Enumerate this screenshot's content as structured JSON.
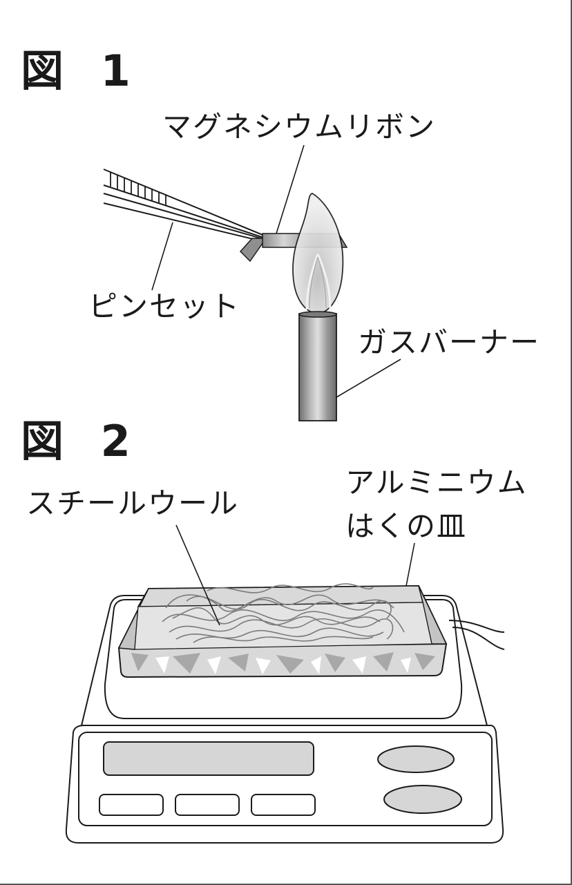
{
  "figure1": {
    "title": "図 1",
    "labels": {
      "magnesium_ribbon": "マグネシウムリボン",
      "tweezers": "ピンセット",
      "gas_burner": "ガスバーナー"
    }
  },
  "figure2": {
    "title": "図 2",
    "labels": {
      "steel_wool": "スチールウール",
      "aluminum_foil_dish_line1": "アルミニウム",
      "aluminum_foil_dish_line2": "はくの皿"
    }
  },
  "colors": {
    "line": "#1a1a1a",
    "ribbon": "#9a9a9a",
    "flame": "#d9d9d9",
    "burner": "#8c8c8c",
    "display": "#d6d6d6",
    "steel_wool": "#7a7a7a",
    "frame_border": "#555555"
  }
}
